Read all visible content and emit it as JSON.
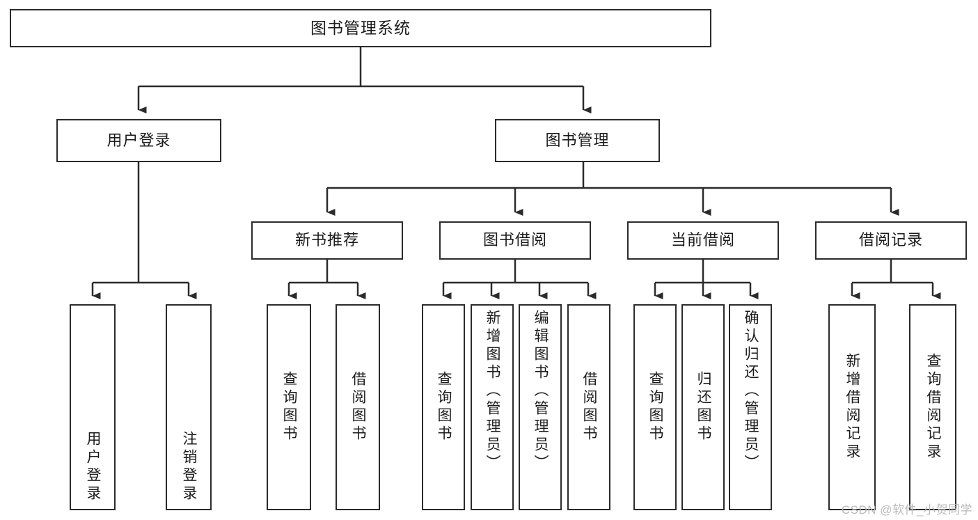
{
  "diagram": {
    "title": "图书管理系统",
    "type": "功能结构图",
    "watermark": "CSDN @软件_小贺同学",
    "colors": {
      "box_border": "#2b2b2b",
      "box_fill": "#ffffff",
      "connector": "#2b2b2b",
      "text": "#1b1b1b",
      "watermark": "#b9b9b9",
      "background": "#ffffff"
    }
  },
  "nodes": {
    "root": {
      "label": "图书管理系统"
    },
    "level2": [
      {
        "id": "user-login",
        "label": "用户登录"
      },
      {
        "id": "book-manage",
        "label": "图书管理"
      }
    ],
    "level3": [
      {
        "id": "new-book-recommend",
        "label": "新书推荐"
      },
      {
        "id": "book-borrow",
        "label": "图书借阅"
      },
      {
        "id": "current-borrow",
        "label": "当前借阅"
      },
      {
        "id": "borrow-record",
        "label": "借阅记录"
      }
    ],
    "leaves": {
      "user_login": [
        {
          "id": "leaf-user-login",
          "label": "用户登录"
        },
        {
          "id": "leaf-logout-login",
          "label": "注销登录"
        }
      ],
      "new_book_recommend": [
        {
          "id": "leaf-query-book-1",
          "label": "查询图书"
        },
        {
          "id": "leaf-borrow-book-1",
          "label": "借阅图书"
        }
      ],
      "book_borrow": [
        {
          "id": "leaf-query-book-2",
          "label": "查询图书"
        },
        {
          "id": "leaf-add-book",
          "label": "新增图书（管理员）"
        },
        {
          "id": "leaf-edit-book",
          "label": "编辑图书（管理员）"
        },
        {
          "id": "leaf-borrow-book-2",
          "label": "借阅图书"
        }
      ],
      "current_borrow": [
        {
          "id": "leaf-query-book-3",
          "label": "查询图书"
        },
        {
          "id": "leaf-return-book",
          "label": "归还图书"
        },
        {
          "id": "leaf-confirm-return",
          "label": "确认归还（管理员）"
        }
      ],
      "borrow_record": [
        {
          "id": "leaf-add-record",
          "label": "新增借阅记录"
        },
        {
          "id": "leaf-query-record",
          "label": "查询借阅记录"
        }
      ]
    }
  }
}
